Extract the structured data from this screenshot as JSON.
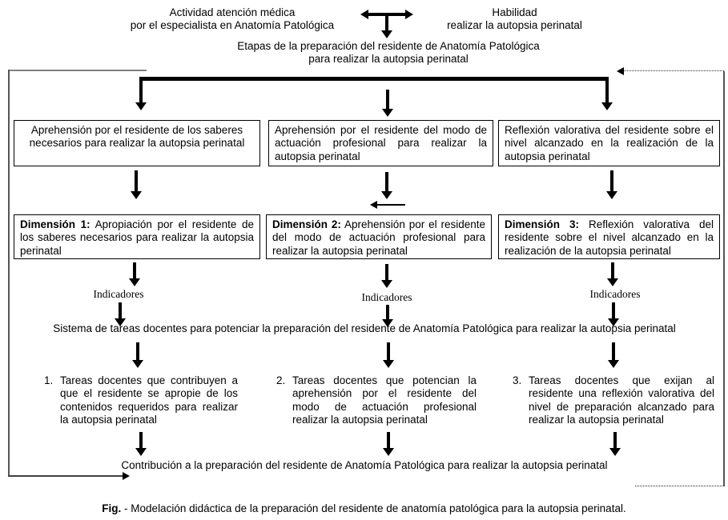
{
  "header": {
    "activity_line1": "Actividad atención médica",
    "activity_line2": "por el especialista en Anatomía Patológica",
    "ability_line1": "Habilidad",
    "ability_line2": "realizar la autopsia perinatal",
    "stages_line1": "Etapas de la preparación del residente de Anatomía Patológica",
    "stages_line2": "para realizar la autopsia perinatal"
  },
  "stage_boxes": {
    "box1": "Aprehensión por el residente de los saberes necesarios para realizar la autopsia perinatal",
    "box2": "Aprehensión por el residente del modo de actuación profesional para realizar la autopsia perinatal",
    "box3": "Reflexión valorativa del residente sobre el nivel alcanzado en la realización de la autopsia perinatal"
  },
  "dimension_boxes": {
    "box1_label": "Dimensión 1:",
    "box1_text": "Apropiación por el residente de los saberes necesarios para realizar la autopsia perinatal",
    "box2_label": "Dimensión 2:",
    "box2_text": "Aprehensión por el residente del modo de actuación profesional para realizar la autopsia perinatal",
    "box3_label": "Dimensión 3:",
    "box3_text": "Reflexión valorativa del residente sobre el nivel alcanzado en la realización de la autopsia perinatal"
  },
  "labels": {
    "indicators": "Indicadores"
  },
  "system_statement": "Sistema de tareas docentes para potenciar la preparación del residente de Anatomía Patológica para realizar la autopsia perinatal",
  "tasks": [
    {
      "number": "1.",
      "text": "Tareas docentes que contribuyen a que el residente se apropie de los contenidos requeridos para realizar la autopsia perinatal"
    },
    {
      "number": "2.",
      "text": "Tareas docentes que potencian la aprehensión por el residente del modo de actuación profesional realizar la autopsia perinatal"
    },
    {
      "number": "3.",
      "text": "Tareas docentes que exijan al residente una reflexión valorativa del nivel de preparación alcanzado para realizar la autopsia perinatal"
    }
  ],
  "contribution_statement": "Contribución a la preparación del residente de Anatomía Patológica para realizar la autopsia perinatal",
  "caption": {
    "label": "Fig.",
    "text": "- Modelación didáctica de la preparación del residente de anatomía patológica para la autopsia perinatal."
  },
  "colors": {
    "line": "#000000",
    "feedback_line": "#808080",
    "background": "#ffffff",
    "text": "#000000"
  }
}
